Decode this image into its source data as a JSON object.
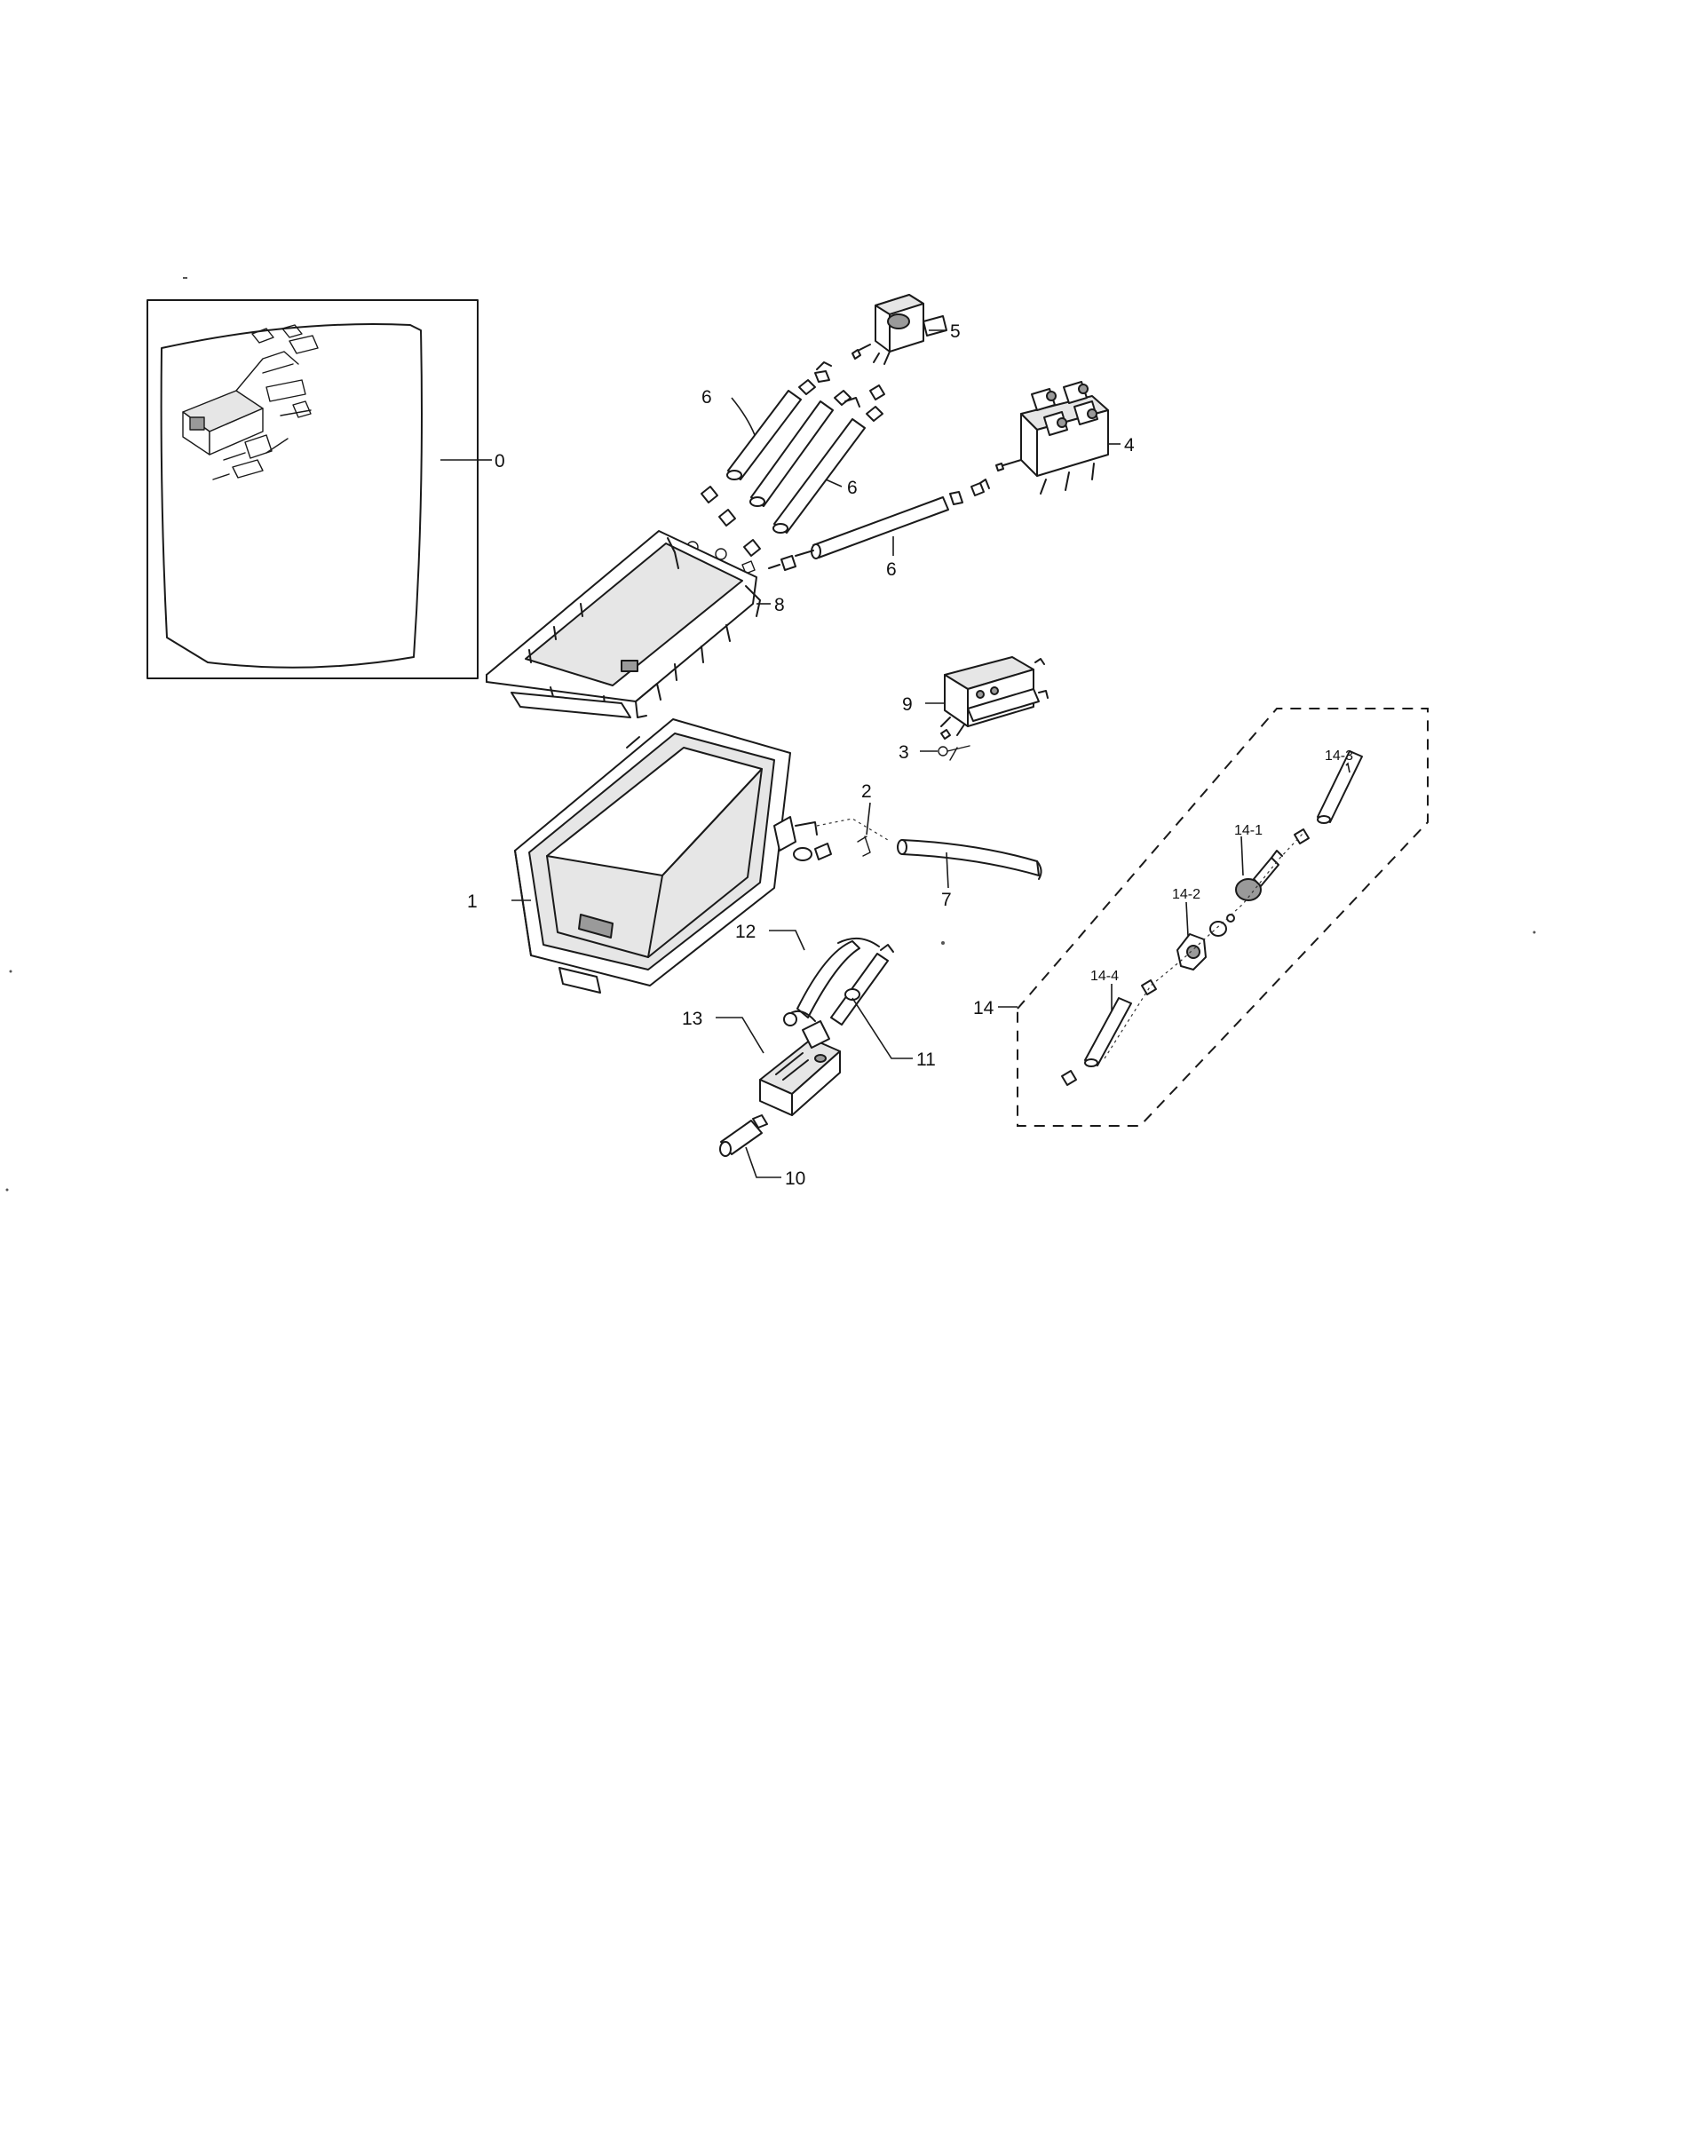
{
  "callouts": [
    {
      "id": "0",
      "text": "0"
    },
    {
      "id": "1",
      "text": "1"
    },
    {
      "id": "2",
      "text": "2"
    },
    {
      "id": "3",
      "text": "3"
    },
    {
      "id": "4",
      "text": "4"
    },
    {
      "id": "5",
      "text": "5"
    },
    {
      "id": "6a",
      "text": "6"
    },
    {
      "id": "6b",
      "text": "6"
    },
    {
      "id": "6c",
      "text": "6"
    },
    {
      "id": "7",
      "text": "7"
    },
    {
      "id": "8",
      "text": "8"
    },
    {
      "id": "9",
      "text": "9"
    },
    {
      "id": "10",
      "text": "10"
    },
    {
      "id": "11",
      "text": "11"
    },
    {
      "id": "12",
      "text": "12"
    },
    {
      "id": "13",
      "text": "13"
    },
    {
      "id": "14",
      "text": "14"
    },
    {
      "id": "14-1",
      "text": "14-1"
    },
    {
      "id": "14-2",
      "text": "14-2"
    },
    {
      "id": "14-3",
      "text": "14-3"
    },
    {
      "id": "14-4",
      "text": "14-4"
    }
  ]
}
